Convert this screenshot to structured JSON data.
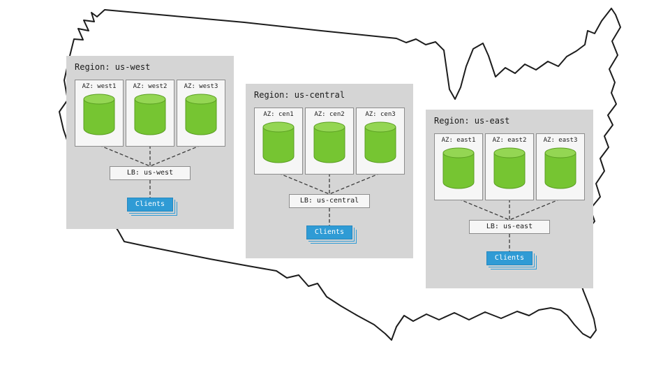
{
  "regions": [
    {
      "title": "Region: us-west",
      "azs": [
        "AZ: west1",
        "AZ: west2",
        "AZ: west3"
      ],
      "lb": "LB: us-west",
      "clients": "Clients"
    },
    {
      "title": "Region: us-central",
      "azs": [
        "AZ: cen1",
        "AZ: cen2",
        "AZ: cen3"
      ],
      "lb": "LB: us-central",
      "clients": "Clients"
    },
    {
      "title": "Region: us-east",
      "azs": [
        "AZ: east1",
        "AZ: east2",
        "AZ: east3"
      ],
      "lb": "LB: us-east",
      "clients": "Clients"
    }
  ],
  "icons": {
    "map": "us-outline-map",
    "database": "database-cylinder-icon"
  },
  "colors": {
    "region_bg": "#d5d5d5",
    "az_bg": "#f6f6f6",
    "az_border": "#8c8c8c",
    "cylinder_body": "#76c532",
    "cylinder_top": "#94d653",
    "cylinder_stroke": "#5b9f22",
    "clients_bg": "#2f9bd5",
    "clients_text": "#ffffff",
    "connector": "#3c3c3c",
    "map_stroke": "#1c1c1c"
  }
}
